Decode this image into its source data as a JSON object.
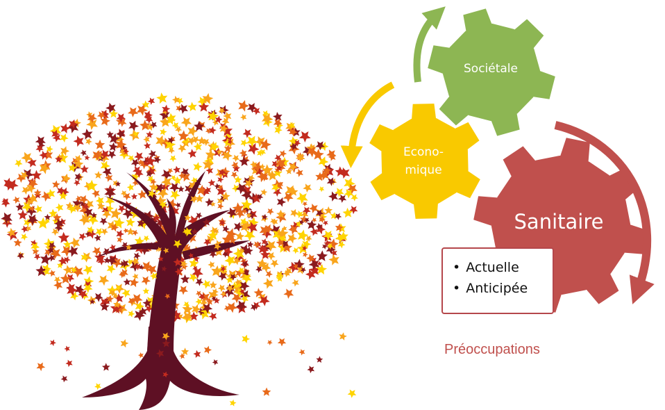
{
  "gears": {
    "societale": {
      "label": "Sociétale",
      "color": "#8db653"
    },
    "economique": {
      "label_line1": "Econo-",
      "label_line2": "mique",
      "color": "#f9c900"
    },
    "sanitaire": {
      "label": "Sanitaire",
      "color": "#c0504d"
    }
  },
  "concerns": {
    "items": [
      "Actuelle",
      "Anticipée"
    ],
    "border_color": "#b5474b"
  },
  "caption": "Préoccupations",
  "tree": {
    "trunk_color": "#5e1024",
    "leaf_colors": [
      "#ffd400",
      "#f9a51c",
      "#e86a1a",
      "#c32b1f",
      "#8a1a1e"
    ]
  },
  "arrows": {
    "green": "#8db653",
    "yellow": "#f9c900",
    "red": "#c0504d"
  }
}
